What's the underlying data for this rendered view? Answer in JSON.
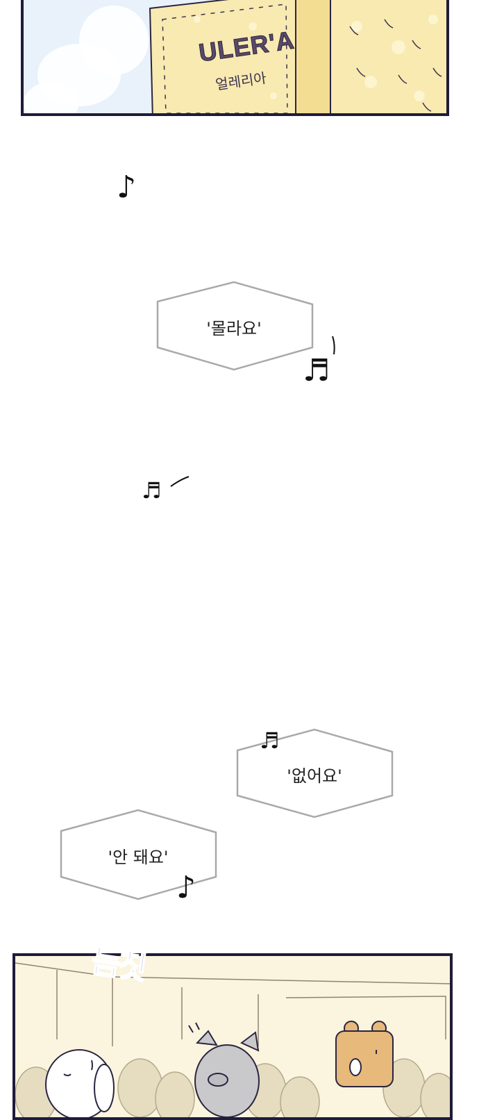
{
  "sign": {
    "english": "ULER'A",
    "korean": "얼레리아"
  },
  "bubbles": {
    "first": "'몰라요'",
    "second": "'없어요'",
    "third": "'안 돼요'"
  },
  "notes": {
    "eighth": "♪",
    "beamed": "♬"
  },
  "sound_effect": "듬칫",
  "colors": {
    "panel_border": "#1f1b3a",
    "sky": "#e9f1fa",
    "building": "#f8eab0",
    "room_wall": "#fbf4de",
    "bubble_outline": "#a9a9a9",
    "sfx": "#7d8fb3"
  }
}
